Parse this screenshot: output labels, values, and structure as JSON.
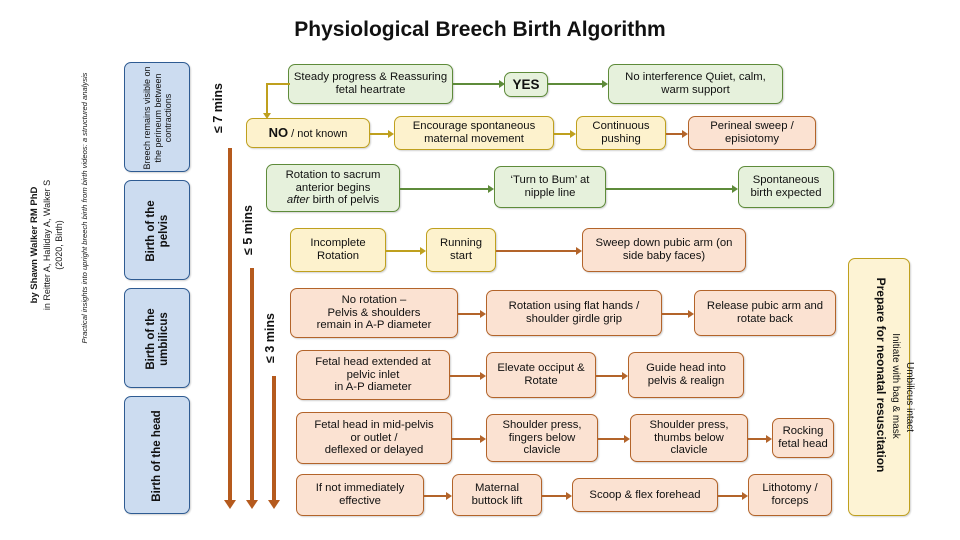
{
  "title": "Physiological Breech Birth Algorithm",
  "attribution": {
    "author": "by Shawn Walker RM PhD",
    "citation": "in Reitter A, Halliday A, Walker S",
    "year": "(2020, Birth)",
    "paper_title": "Practical insights into upright breech birth from birth videos: a structured analysis"
  },
  "stages": [
    {
      "id": "stage-1",
      "label": "Breech remains visible on the perineum between contractions",
      "bold": false
    },
    {
      "id": "stage-2",
      "label": "Birth of the pelvis",
      "bold": true
    },
    {
      "id": "stage-3",
      "label": "Birth of the umbilicus",
      "bold": true
    },
    {
      "id": "stage-4",
      "label": "Birth of the head",
      "bold": true
    }
  ],
  "timings": [
    {
      "id": "timing-7",
      "label": "≤ 7 mins"
    },
    {
      "id": "timing-5",
      "label": "≤ 5 mins"
    },
    {
      "id": "timing-3",
      "label": "≤ 3 mins"
    }
  ],
  "rows": {
    "row1": {
      "assessment": "Steady progress & Reassuring fetal heartrate",
      "decision": "YES",
      "action": "No interference Quiet, calm, warm support"
    },
    "row2": {
      "decision": "NO / not known",
      "a1": "Encourage spontaneous maternal movement",
      "a2": "Continuous pushing",
      "a3": "Perineal sweep / episiotomy"
    },
    "row3": {
      "assessment": "Rotation to sacrum anterior begins after birth of pelvis",
      "a1": "‘Turn to Bum’ at nipple line",
      "a2": "Spontaneous birth expected"
    },
    "row4": {
      "assessment": "Incomplete Rotation",
      "a1": "Running start",
      "a2": "Sweep down pubic arm (on side baby faces)"
    },
    "row5": {
      "assessment": "No rotation – Pelvis & shoulders remain in A-P diameter",
      "a1": "Rotation using flat hands / shoulder girdle grip",
      "a2": "Release pubic arm and rotate back"
    },
    "row6": {
      "assessment": "Fetal head extended at pelvic inlet in A-P diameter",
      "a1": "Elevate occiput & Rotate",
      "a2": "Guide head into pelvis & realign"
    },
    "row7": {
      "assessment": "Fetal head in mid-pelvis or outlet / deflexed or delayed",
      "a1": "Shoulder press, fingers below clavicle",
      "a2": "Shoulder press, thumbs below clavicle",
      "a3": "Rocking fetal head"
    },
    "row8": {
      "assessment": "If not immediately effective",
      "a1": "Maternal buttock lift",
      "a2": "Scoop & flex forehead",
      "a3": "Lithotomy / forceps"
    }
  },
  "right_panel": {
    "line1": "Prepare for neonatal resuscitation",
    "line2": "Initiate with bag & mask",
    "line3": "Umbilicus intact"
  },
  "colors": {
    "green_fill": "#e6f1dc",
    "green_border": "#5e8b3a",
    "yellow_fill": "#fdf2cd",
    "yellow_border": "#bfa01e",
    "pink_fill": "#fbe2d2",
    "pink_border": "#b3642a",
    "blue_fill": "#ccdcf0",
    "blue_border": "#2e5b92",
    "time_arrow": "#b55a1d"
  }
}
